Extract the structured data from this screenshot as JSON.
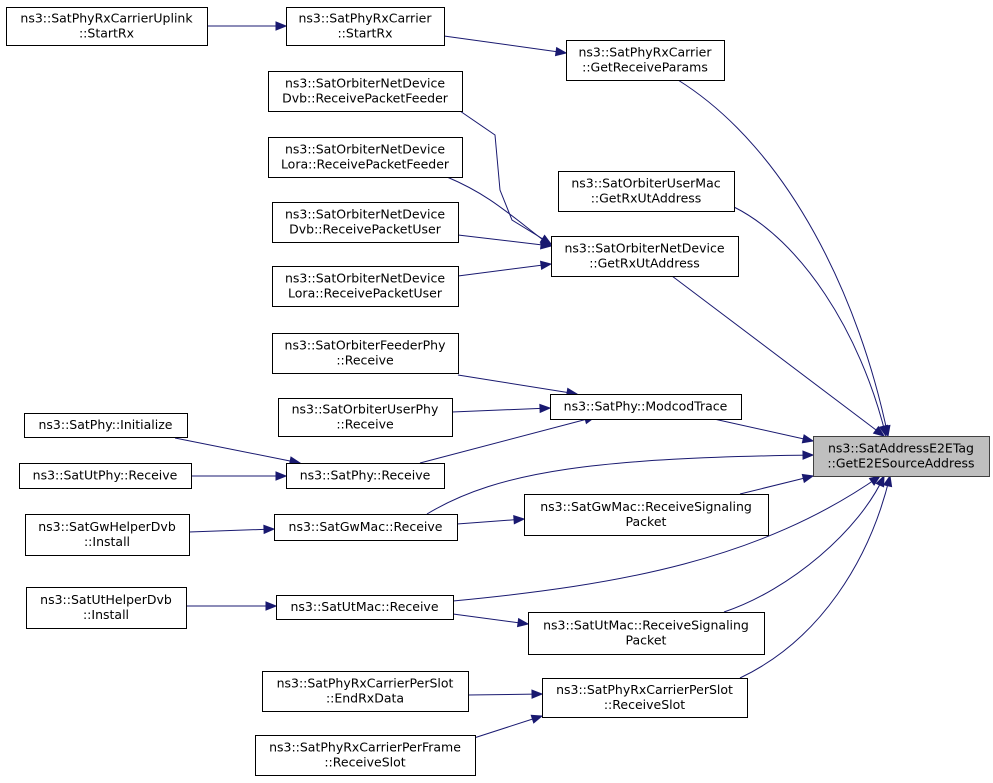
{
  "nodes": {
    "target": [
      "ns3::SatAddressE2ETag",
      "::GetE2ESourceAddress"
    ],
    "carrier_uplink_startrx": [
      "ns3::SatPhyRxCarrierUplink",
      "::StartRx"
    ],
    "carrier_startrx": [
      "ns3::SatPhyRxCarrier",
      "::StartRx"
    ],
    "carrier_getreceiveparams": [
      "ns3::SatPhyRxCarrier",
      "::GetReceiveParams"
    ],
    "orbiter_dvb_feeder": [
      "ns3::SatOrbiterNetDevice",
      "Dvb::ReceivePacketFeeder"
    ],
    "orbiter_lora_feeder": [
      "ns3::SatOrbiterNetDevice",
      "Lora::ReceivePacketFeeder"
    ],
    "orbiter_usermac_getrxut": [
      "ns3::SatOrbiterUserMac",
      "::GetRxUtAddress"
    ],
    "orbiter_dvb_user": [
      "ns3::SatOrbiterNetDevice",
      "Dvb::ReceivePacketUser"
    ],
    "orbiter_netdevice_getrxut": [
      "ns3::SatOrbiterNetDevice",
      "::GetRxUtAddress"
    ],
    "orbiter_lora_user": [
      "ns3::SatOrbiterNetDevice",
      "Lora::ReceivePacketUser"
    ],
    "orbiter_feederphy_receive": [
      "ns3::SatOrbiterFeederPhy",
      "::Receive"
    ],
    "orbiter_userphy_receive": [
      "ns3::SatOrbiterUserPhy",
      "::Receive"
    ],
    "satphy_modcodtrace": [
      "ns3::SatPhy::ModcodTrace"
    ],
    "satphy_initialize": [
      "ns3::SatPhy::Initialize"
    ],
    "satphy_receive": [
      "ns3::SatPhy::Receive"
    ],
    "satutphy_receive": [
      "ns3::SatUtPhy::Receive"
    ],
    "gwmac_receivesignaling": [
      "ns3::SatGwMac::ReceiveSignaling",
      "Packet"
    ],
    "gwhelperdvb_install": [
      "ns3::SatGwHelperDvb",
      "::Install"
    ],
    "gwmac_receive": [
      "ns3::SatGwMac::Receive"
    ],
    "uthelperdvb_install": [
      "ns3::SatUtHelperDvb",
      "::Install"
    ],
    "utmac_receive": [
      "ns3::SatUtMac::Receive"
    ],
    "utmac_receivesignaling": [
      "ns3::SatUtMac::ReceiveSignaling",
      "Packet"
    ],
    "perslot_endrxdata": [
      "ns3::SatPhyRxCarrierPerSlot",
      "::EndRxData"
    ],
    "perslot_receiveslot": [
      "ns3::SatPhyRxCarrierPerSlot",
      "::ReceiveSlot"
    ],
    "perframe_receiveslot": [
      "ns3::SatPhyRxCarrierPerFrame",
      "::ReceiveSlot"
    ]
  },
  "target_node": "target",
  "edges": [
    [
      "carrier_uplink_startrx",
      "carrier_startrx"
    ],
    [
      "carrier_startrx",
      "carrier_getreceiveparams"
    ],
    [
      "carrier_getreceiveparams",
      "target"
    ],
    [
      "orbiter_dvb_feeder",
      "orbiter_netdevice_getrxut"
    ],
    [
      "orbiter_lora_feeder",
      "orbiter_netdevice_getrxut"
    ],
    [
      "orbiter_dvb_user",
      "orbiter_netdevice_getrxut"
    ],
    [
      "orbiter_lora_user",
      "orbiter_netdevice_getrxut"
    ],
    [
      "orbiter_usermac_getrxut",
      "target"
    ],
    [
      "orbiter_netdevice_getrxut",
      "target"
    ],
    [
      "orbiter_feederphy_receive",
      "satphy_modcodtrace"
    ],
    [
      "orbiter_userphy_receive",
      "satphy_modcodtrace"
    ],
    [
      "satphy_receive",
      "satphy_modcodtrace"
    ],
    [
      "satphy_modcodtrace",
      "target"
    ],
    [
      "satphy_initialize",
      "satphy_receive"
    ],
    [
      "satutphy_receive",
      "satphy_receive"
    ],
    [
      "gwmac_receive",
      "target"
    ],
    [
      "gwmac_receive",
      "gwmac_receivesignaling"
    ],
    [
      "gwmac_receivesignaling",
      "target"
    ],
    [
      "gwhelperdvb_install",
      "gwmac_receive"
    ],
    [
      "uthelperdvb_install",
      "utmac_receive"
    ],
    [
      "utmac_receive",
      "target"
    ],
    [
      "utmac_receive",
      "utmac_receivesignaling"
    ],
    [
      "utmac_receivesignaling",
      "target"
    ],
    [
      "perslot_endrxdata",
      "perslot_receiveslot"
    ],
    [
      "perframe_receiveslot",
      "perslot_receiveslot"
    ],
    [
      "perslot_receiveslot",
      "target"
    ]
  ],
  "colors": {
    "edge": "#191970",
    "target_fill": "#bfbfbf",
    "node_fill": "#ffffff",
    "node_border": "#000000"
  }
}
